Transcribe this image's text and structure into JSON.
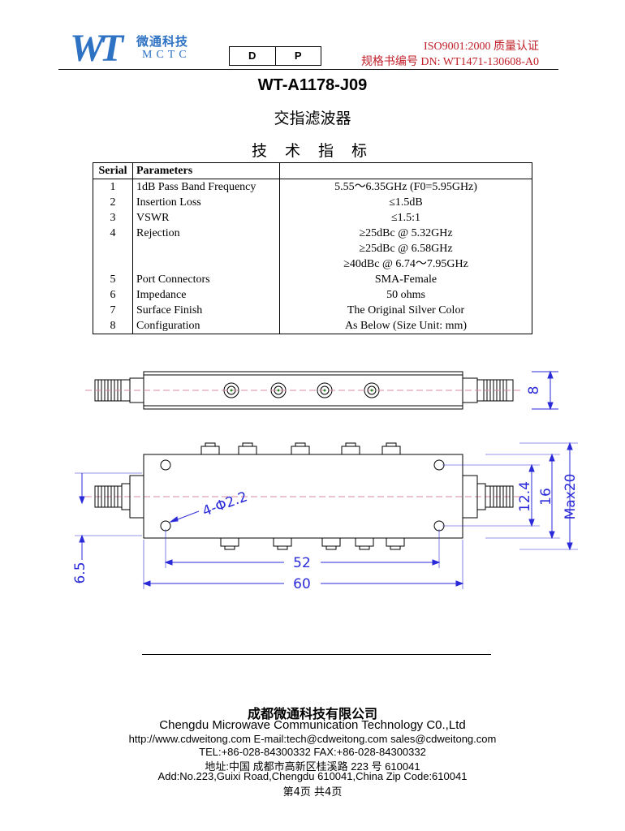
{
  "header": {
    "logo_mark": "WT",
    "logo_cn": "微通科技",
    "logo_en": "MCTC",
    "box_left": "D",
    "box_right": "P",
    "iso_line": "ISO9001:2000  质量认证",
    "doc_line": "规格书编号  DN: WT1471-130608-A0"
  },
  "title": "WT-A1178-J09",
  "subtitle": "交指滤波器",
  "section_title": "技 术 指 标",
  "table": {
    "headers": [
      "Serial",
      "Parameters",
      ""
    ],
    "rows": [
      {
        "serial": "1",
        "param": "1dB Pass Band Frequency",
        "value": "5.55～6.35GHz    (F0=5.95GHz)"
      },
      {
        "serial": "2",
        "param": "Insertion Loss",
        "value": "≤1.5dB"
      },
      {
        "serial": "3",
        "param": "VSWR",
        "value": "≤1.5:1"
      },
      {
        "serial": "4",
        "param": "Rejection",
        "value": "≥25dBc @ 5.32GHz",
        "value2": "≥25dBc @ 6.58GHz",
        "value3": "≥40dBc @ 6.74～7.95GHz"
      },
      {
        "serial": "5",
        "param": "Port Connectors",
        "value": "SMA-Female"
      },
      {
        "serial": "6",
        "param": "Impedance",
        "value": "50 ohms"
      },
      {
        "serial": "7",
        "param": "Surface Finish",
        "value": "The Original Silver Color"
      },
      {
        "serial": "8",
        "param": "Configuration",
        "value": "As Below (Size Unit: mm)"
      }
    ]
  },
  "drawing": {
    "dim_height": "8",
    "dim_holes": "4-Φ2.2",
    "dim_12_4": "12.4",
    "dim_16": "16",
    "dim_max20": "Max20",
    "dim_52": "52",
    "dim_60": "60",
    "dim_6_5": "6.5"
  },
  "footer": {
    "company_cn": "成都微通科技有限公司",
    "company_en": "Chengdu Microwave Communication Technology C0.,Ltd",
    "web_line": "http://www.cdweitong.com    E-mail:tech@cdweitong.com    sales@cdweitong.com",
    "tel_line": "TEL:+86-028-84300332        FAX:+86-028-84300332",
    "addr_cn": "地址:中国  成都市高新区桂溪路 223 号      610041",
    "addr_en": "Add:No.223,Guixi Road,Chengdu 610041,China    Zip Code:610041",
    "page": "第4页  共4页"
  },
  "colors": {
    "brand_blue": "#2e72c4",
    "doc_red": "#c0202a",
    "dim_blue": "#2a2ad8",
    "pin_green": "#2a8a2a"
  }
}
